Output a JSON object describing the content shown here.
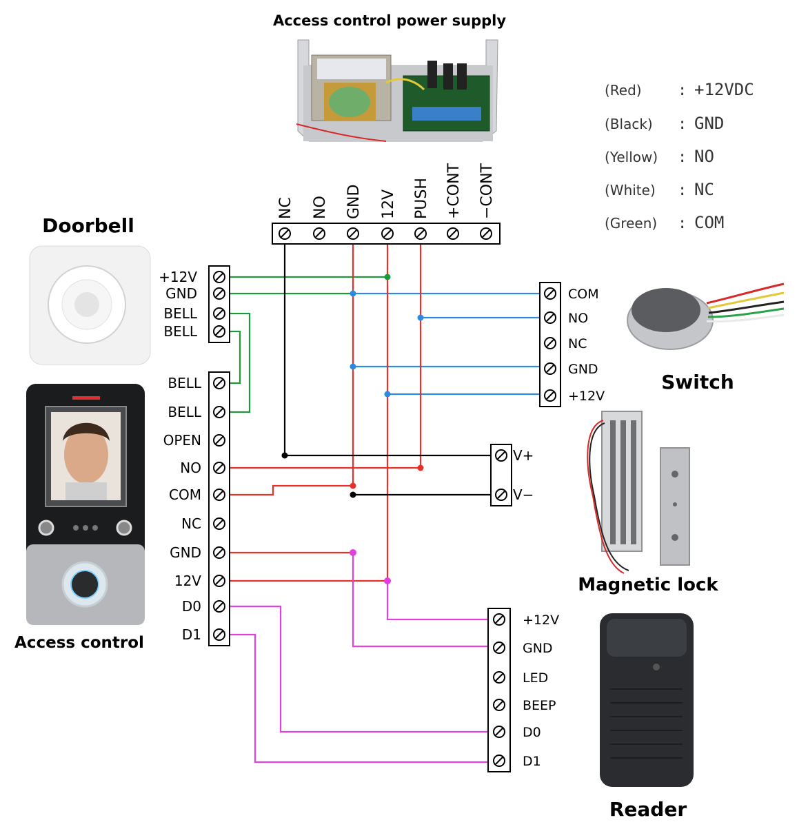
{
  "titles": {
    "power_supply": "Access control power supply",
    "doorbell": "Doorbell",
    "access_control": "Access control",
    "switch": "Switch",
    "magnetic_lock": "Magnetic lock",
    "reader": "Reader"
  },
  "power_terminals": [
    "NC",
    "NO",
    "GND",
    "12V",
    "PUSH",
    "+CONT",
    "−CONT"
  ],
  "doorbell_terminals": [
    "+12V",
    "GND",
    "BELL",
    "BELL"
  ],
  "access_control_terminals": [
    "BELL",
    "BELL",
    "OPEN",
    "NO",
    "COM",
    "NC",
    "GND",
    "12V",
    "D0",
    "D1"
  ],
  "switch_terminals": [
    "COM",
    "NO",
    "NC",
    "GND",
    "+12V"
  ],
  "lock_terminals": [
    "V+",
    "V−"
  ],
  "reader_terminals": [
    "+12V",
    "GND",
    "LED",
    "BEEP",
    "D0",
    "D1"
  ],
  "legend": [
    {
      "color_name": "(Red)",
      "sep": ":",
      "value": "+12VDC"
    },
    {
      "color_name": "(Black)",
      "sep": ":",
      "value": "GND"
    },
    {
      "color_name": "(Yellow)",
      "sep": ":",
      "value": "NO"
    },
    {
      "color_name": "(White)",
      "sep": ":",
      "value": "NC"
    },
    {
      "color_name": "(Green)",
      "sep": ":",
      "value": "COM"
    }
  ],
  "wire_colors": {
    "green": "#1a9a3a",
    "blue": "#2c8ae0",
    "red": "#e8302a",
    "black": "#000000",
    "magenta": "#e23fe0"
  }
}
